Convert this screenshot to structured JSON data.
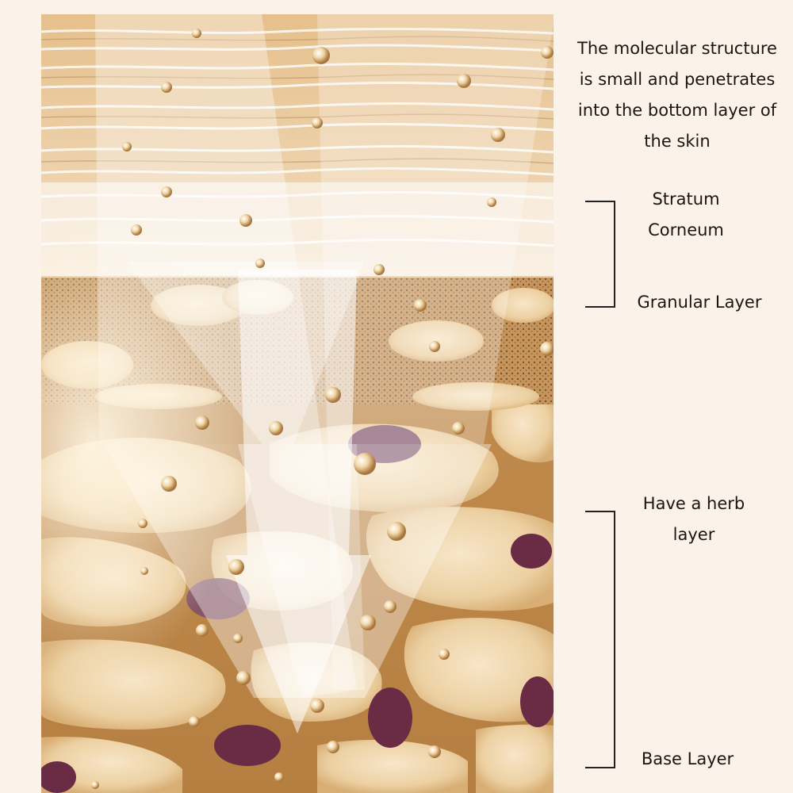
{
  "headline": {
    "lines": [
      "The molecular structure",
      "is small and penetrates",
      "into the bottom layer of",
      "the skin"
    ]
  },
  "layers": {
    "stratum_corneum": [
      "Stratum",
      "Corneum"
    ],
    "granular": "Granular Layer",
    "herb": [
      "Have a herb",
      "layer"
    ],
    "base": "Base Layer"
  },
  "colors": {
    "background": "#fbf3ea",
    "skin_top": "#d9aa72",
    "skin_mid": "#c89454",
    "skin_deep": "#b07a3e",
    "cell_light": "#f2d9b4",
    "nucleus": "#6a2b45",
    "arrow": "#ffffff",
    "text": "#1c1510"
  }
}
